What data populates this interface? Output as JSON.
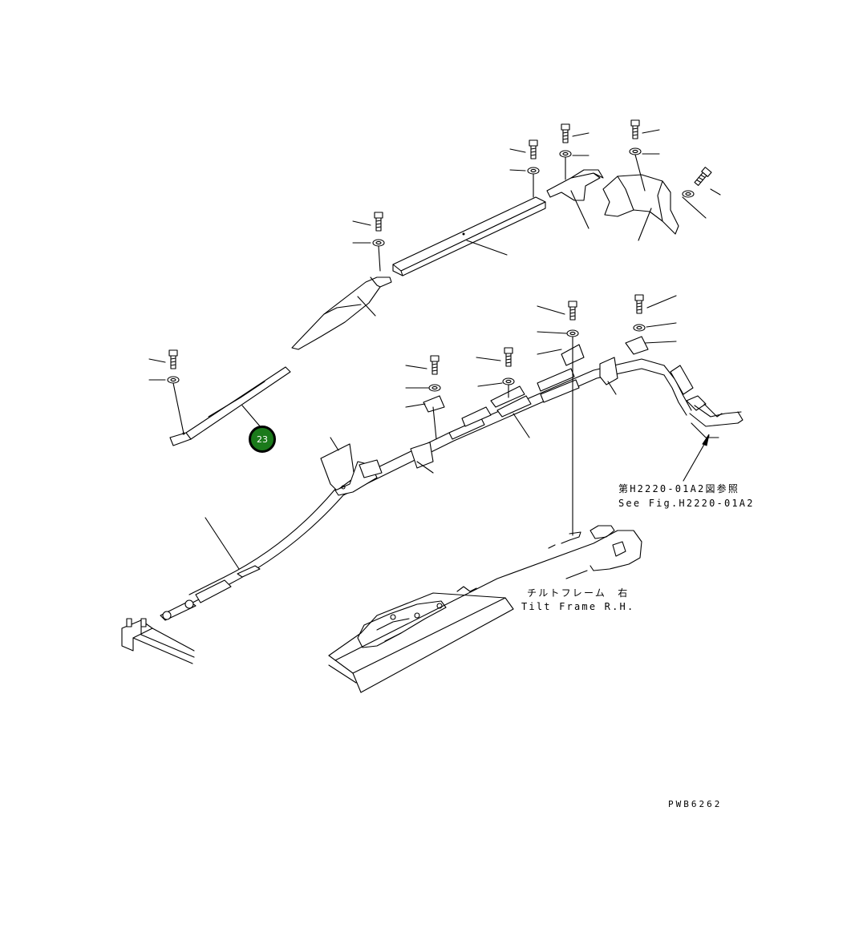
{
  "diagram": {
    "callout": {
      "number": "23",
      "color": "#1b7a1b"
    },
    "labels": {
      "see_fig_jp": "第H2220-01A2図参照",
      "see_fig_en": "See Fig.H2220-01A2",
      "tilt_frame_jp": "チルトフレーム　右",
      "tilt_frame_en": "Tilt Frame R.H.",
      "drawing_code": "PWB6262"
    }
  }
}
